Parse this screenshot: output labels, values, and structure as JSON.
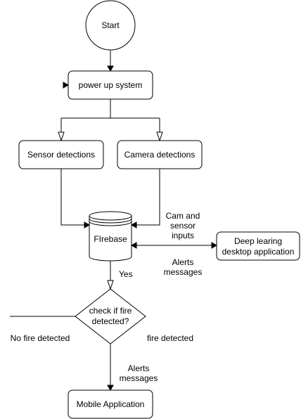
{
  "nodes": {
    "start": "Start",
    "power_up": "power up system",
    "sensor": "Sensor detections",
    "camera": "Camera detections",
    "firebase": "FIrebase",
    "desktop_app": [
      "Deep learing",
      "desktop application"
    ],
    "check_fire": [
      "check if fire",
      "detected?"
    ],
    "mobile_app": "Mobile Application"
  },
  "edge_labels": {
    "inputs": [
      "Cam and",
      "sensor",
      "inputs"
    ],
    "alerts_desktop": [
      "Alerts",
      "messages"
    ],
    "yes": "Yes",
    "no_fire": "No fire detected",
    "fire": "fire detected",
    "alerts_mobile": [
      "Alerts",
      "messages"
    ]
  }
}
